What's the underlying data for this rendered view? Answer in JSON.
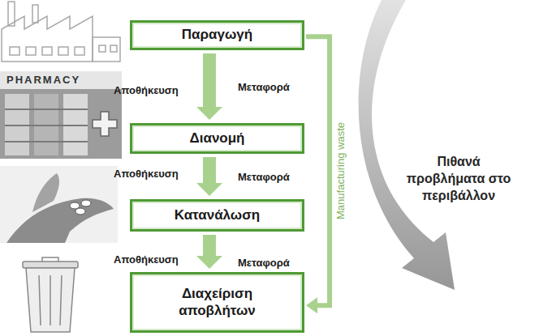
{
  "diagram": {
    "nodes": [
      {
        "text": [
          "Παραγωγή"
        ]
      },
      {
        "text": [
          "Διανομή"
        ]
      },
      {
        "text": [
          "Κατανάλωση"
        ]
      },
      {
        "text": [
          "Διαχείριση αποβλήτων"
        ]
      }
    ],
    "edges": [
      {
        "from": 0,
        "to": 1,
        "arrow": "to"
      },
      {
        "from": 1,
        "to": 2,
        "arrow": "to"
      },
      {
        "from": 2,
        "to": 3,
        "arrow": "to"
      },
      {
        "from": 0,
        "to": 3,
        "label": "Manufacturing waste",
        "arrow": "to"
      }
    ],
    "labels": [
      "Αποθήκευση",
      "Μεταφορά",
      "Αποθήκευση",
      "Μεταφορά",
      "Αποθήκευση",
      "Μεταφορά",
      "Πιθανά προβλήματα στο περιβάλλον",
      "PHARMACY"
    ]
  }
}
